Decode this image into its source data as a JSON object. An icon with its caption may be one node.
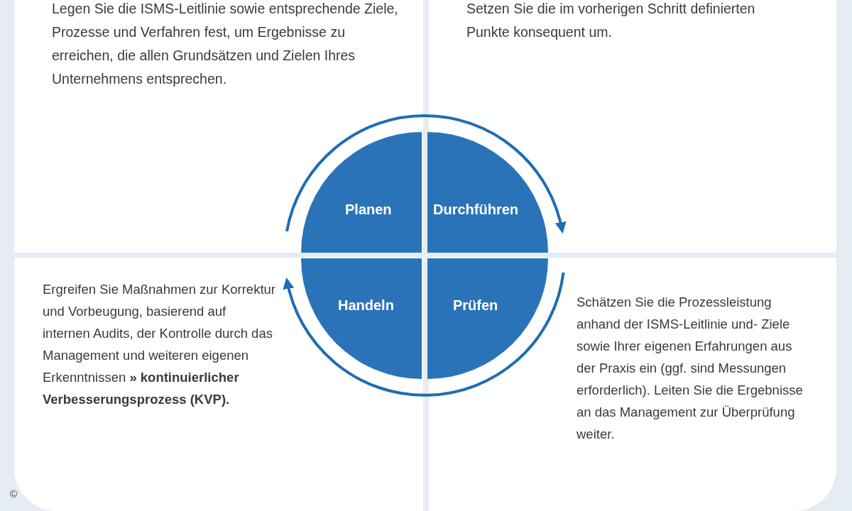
{
  "diagram": {
    "nodes": [
      {
        "text": [
          "Legen Sie die ISMS-Leitlinie sowie entsprechende Ziele, Prozesse und Verfahren fest, um Ergebnisse zu erreichen, die allen Grundsätzen und Zielen Ihres Unternehmens entsprechen."
        ]
      },
      {
        "text": [
          "Setzen Sie die im vorherigen Schritt definierten Punkte konsequent um."
        ]
      },
      {
        "text": [
          "Ergreifen Sie Maßnahmen zur Korrektur und Vorbeugung, basierend auf internen Audits, der Kontrolle durch das Management und weiteren eigenen Erkenntnissen **» kontinuierlicher Verbesserungsprozess (KVP).**"
        ]
      },
      {
        "text": [
          "Schätzen Sie die Prozessleistung anhand der ISMS-Leitlinie und- Ziele sowie Ihrer eigenen Erfahrungen aus der Praxis ein (ggf. sind Messungen erforderlich). Leiten Sie die Ergebnisse an das Management zur Überprüfung weiter."
        ]
      },
      {
        "text": [
          "Planen"
        ]
      },
      {
        "text": [
          "Durchführen"
        ]
      },
      {
        "text": [
          "Handeln"
        ]
      },
      {
        "text": [
          "Prüfen"
        ]
      }
    ],
    "edges": [
      {
        "from": 4,
        "to": 5,
        "arrow": "to"
      },
      {
        "from": 7,
        "to": 6,
        "arrow": "to"
      }
    ],
    "labels": [
      "©"
    ]
  }
}
